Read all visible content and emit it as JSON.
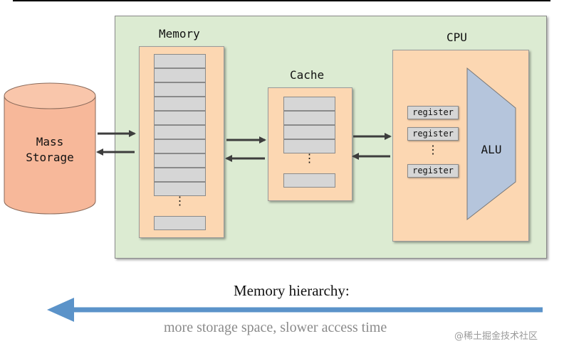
{
  "diagram": {
    "memory_label": "Memory",
    "cache_label": "Cache",
    "cpu_label": "CPU",
    "mass_storage_line1": "Mass",
    "mass_storage_line2": "Storage",
    "registers": [
      "register",
      "register",
      "register"
    ],
    "alu_label": "ALU",
    "dots": "⋮"
  },
  "hierarchy": {
    "title": "Memory hierarchy:",
    "caption": "more storage space, slower access time"
  },
  "watermark": "@稀土掘金技术社区",
  "colors": {
    "system_bg": "#dcebd2",
    "panel_bg": "#fcd7b2",
    "cylinder": "#f7b89a",
    "cell": "#d6d6d6",
    "alu": "#b5c5dc",
    "hierarchy_arrow": "#5b93c9"
  }
}
